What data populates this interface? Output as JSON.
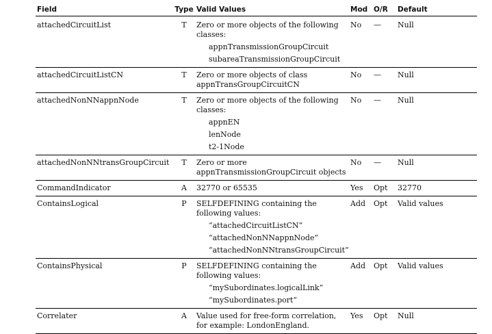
{
  "header": {
    "field": "Field",
    "type": "Type",
    "valid": "Valid Values",
    "mod": "Mod",
    "or": "O/R",
    "default": "Default"
  },
  "rows": [
    {
      "field": "attachedCircuitList",
      "type": "T",
      "valid": "Zero or more objects of the following classes:",
      "sub": [
        "appnTransmissionGroupCircuit",
        "subareaTransmissionGroupCircuit"
      ],
      "mod": "No",
      "or": "—",
      "default": "Null"
    },
    {
      "field": "attachedCircuitListCN",
      "type": "T",
      "valid": "Zero or more objects of class appnTransGroupCircuitCN",
      "sub": [],
      "mod": "No",
      "or": "—",
      "default": "Null"
    },
    {
      "field": "attachedNonNNappnNode",
      "type": "T",
      "valid": "Zero or more objects of the following classes:",
      "sub": [
        "appnEN",
        "lenNode",
        "t2-1Node"
      ],
      "mod": "No",
      "or": "—",
      "default": "Null"
    },
    {
      "field": "attachedNonNNtransGroupCircuit",
      "type": "T",
      "valid": "Zero or more appnTransmissionGroupCircuit objects",
      "sub": [],
      "mod": "No",
      "or": "—",
      "default": "Null"
    },
    {
      "field": "CommandIndicator",
      "type": "A",
      "valid": "32770 or 65535",
      "sub": [],
      "mod": "Yes",
      "or": "Opt",
      "default": "32770"
    },
    {
      "field": "ContainsLogical",
      "type": "P",
      "valid": "SELFDEFINING containing the following values:",
      "sub": [
        "“attachedCircuitListCN”",
        "“attachedNonNNappnNode”",
        "“attachedNonNNtransGroupCircuit”"
      ],
      "mod": "Add",
      "or": "Opt",
      "default": "Valid values"
    },
    {
      "field": "ContainsPhysical",
      "type": "P",
      "valid": "SELFDEFINING containing the following values:",
      "sub": [
        "“mySubordinates.logicalLink”",
        "“mySubordinates.port”"
      ],
      "mod": "Add",
      "or": "Opt",
      "default": "Valid values"
    },
    {
      "field": "Correlater",
      "type": "A",
      "valid": "Value used for free-form correlation, for example: LondonEngland.",
      "sub": [],
      "mod": "Yes",
      "or": "Opt",
      "default": "Null"
    }
  ]
}
